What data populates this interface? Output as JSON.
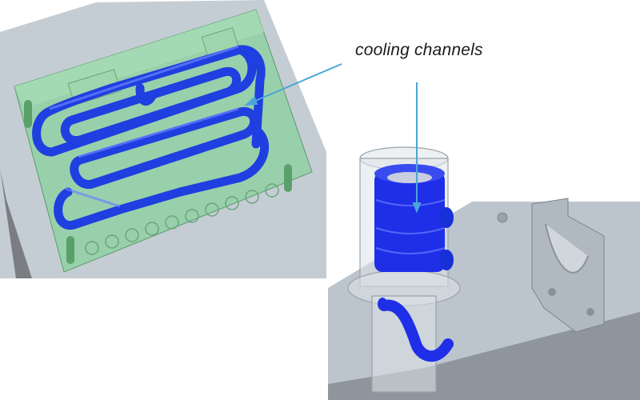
{
  "annotation": {
    "label": "cooling channels",
    "arrow_color": "#4aa6d8"
  },
  "figures": [
    {
      "id": "left",
      "description": "Rectangular mold insert (translucent green) with conformal cooling channel loops (blue)",
      "colors": {
        "insert": "#8fcf9f",
        "channels": "#1f3fe0",
        "plate": "#c4ccd3"
      }
    },
    {
      "id": "right",
      "description": "Cylindrical core insert with spiral cooling channel (blue) on gray mold plate, with half-bushing block",
      "colors": {
        "channels": "#1f2fe8",
        "plate": "#bcc5cd",
        "block": "#a8b0b8"
      }
    }
  ]
}
